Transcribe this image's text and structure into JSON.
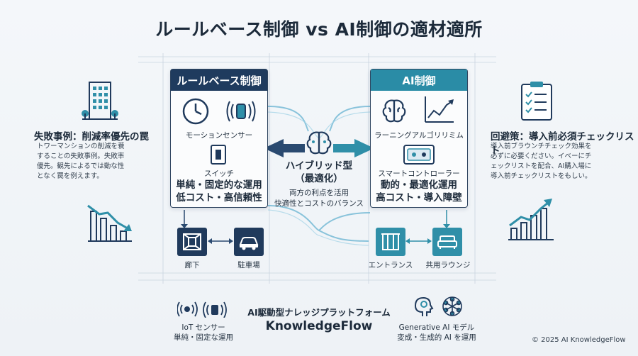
{
  "title": "ルールベース制御 vs AI制御の適材適所",
  "rule_panel": {
    "header": "ルールベース制御",
    "motion_sensor": "モーションセンサー",
    "switch": "スイッチ",
    "line1": "単純・固定的な運用",
    "line2": "低コスト・高信頼性"
  },
  "ai_panel": {
    "header": "AI制御",
    "learning": "ラーニングアルゴリリミム",
    "smart_controller": "スマートコントローラー",
    "line1": "動的・最適化運用",
    "line2": "高コスト・導入障壁"
  },
  "hybrid": {
    "title1": "ハイブリッド型",
    "title2": "（最適化）",
    "desc1": "両方の利点を活用",
    "desc2": "快適性とコストのバランス"
  },
  "left_side": {
    "title": "失敗事例：削減率優先の罠",
    "body": [
      "トワーマンションの削減を蓑",
      "することの失敗事例。失敗率",
      "優先。観先によるでは動な性",
      "となく罠を例えます。"
    ]
  },
  "right_side": {
    "title": "回避策：導入前必須チェックリスト",
    "body": [
      "導入前ブラウンチチェック効果を",
      "必ずに必要ください。イベーにチ",
      "ェックリストを配合、AI購入場に",
      "導入前チェックリストをもしい。"
    ]
  },
  "locations": {
    "corridor": "廊下",
    "parking": "駐車場",
    "entrance": "エントランス",
    "lounge": "共用ラウンジ"
  },
  "footer": {
    "iot1": "IoT センサー",
    "iot2": "単純・固定な運用",
    "platform1": "AI駆動型ナレッジプラットフォーム",
    "platform2": "KnowledgeFlow",
    "gen1": "Generative AI モデル",
    "gen2": "変成・生成的 AI を運用",
    "copyright": "© 2025 AI KnowledgeFlow"
  },
  "colors": {
    "navy": "#203a5c",
    "teal": "#2f8fa8",
    "rule_header": "#1f3b5e",
    "ai_header": "#2a8ca6"
  }
}
